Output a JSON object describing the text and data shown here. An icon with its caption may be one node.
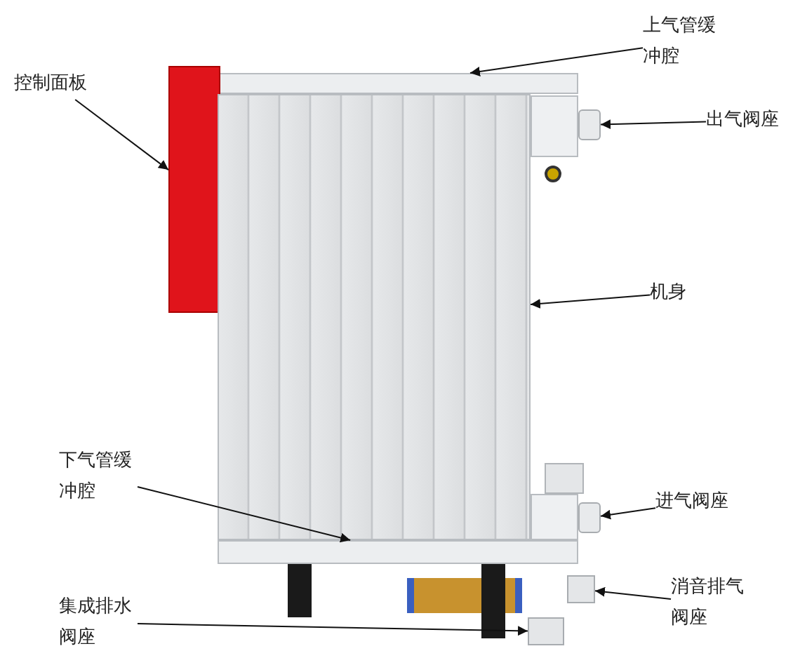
{
  "diagram": {
    "nodes": [
      {
        "text": [
          "上气管缓冲腔"
        ]
      },
      {
        "text": [],
        "shape": "bar"
      },
      {
        "text": [
          "控制面板"
        ]
      },
      {
        "text": [],
        "shape": "box"
      },
      {
        "text": [
          "出气阀座"
        ]
      },
      {
        "text": [],
        "shape": "cylinder"
      },
      {
        "text": [
          "机身"
        ]
      },
      {
        "text": [],
        "shape": "box"
      },
      {
        "text": [
          "下气管缓冲腔"
        ]
      },
      {
        "text": [],
        "shape": "bar"
      },
      {
        "text": [
          "进气阀座"
        ]
      },
      {
        "text": [],
        "shape": "cylinder"
      },
      {
        "text": [
          "集成排水阀座"
        ]
      },
      {
        "text": [],
        "shape": "box"
      },
      {
        "text": [
          "消音排气阀座"
        ]
      },
      {
        "text": [],
        "shape": "box"
      }
    ],
    "edges": [
      {
        "from": 0,
        "to": 1,
        "arrow": "to"
      },
      {
        "from": 2,
        "to": 3,
        "arrow": "to"
      },
      {
        "from": 4,
        "to": 5,
        "arrow": "to"
      },
      {
        "from": 6,
        "to": 7,
        "arrow": "to"
      },
      {
        "from": 8,
        "to": 9,
        "arrow": "to"
      },
      {
        "from": 10,
        "to": 11,
        "arrow": "to"
      },
      {
        "from": 12,
        "to": 13,
        "arrow": "to"
      },
      {
        "from": 14,
        "to": 15,
        "arrow": "to"
      }
    ]
  }
}
